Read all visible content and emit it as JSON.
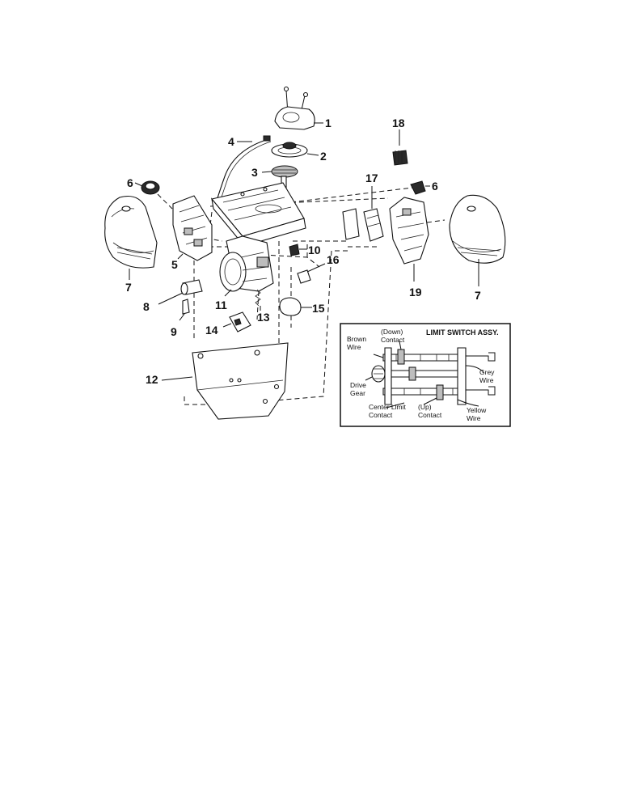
{
  "callouts": {
    "c1": "1",
    "c2": "2",
    "c3": "3",
    "c4": "4",
    "c5": "5",
    "c6a": "6",
    "c6b": "6",
    "c7a": "7",
    "c7b": "7",
    "c8": "8",
    "c9": "9",
    "c10": "10",
    "c11": "11",
    "c12": "12",
    "c13": "13",
    "c14": "14",
    "c15": "15",
    "c16": "16",
    "c17": "17",
    "c18": "18",
    "c19": "19"
  },
  "inset": {
    "title": "LIMIT SWITCH ASSY.",
    "brown_wire_1": "Brown",
    "brown_wire_2": "Wire",
    "down_contact_1": "(Down)",
    "down_contact_2": "Contact",
    "grey_wire_1": "Grey",
    "grey_wire_2": "Wire",
    "drive_gear_1": "Drive",
    "drive_gear_2": "Gear",
    "center_limit_1": "Center Limit",
    "center_limit_2": "Contact",
    "up_contact_1": "(Up)",
    "up_contact_2": "Contact",
    "yellow_wire_1": "Yellow",
    "yellow_wire_2": "Wire"
  }
}
